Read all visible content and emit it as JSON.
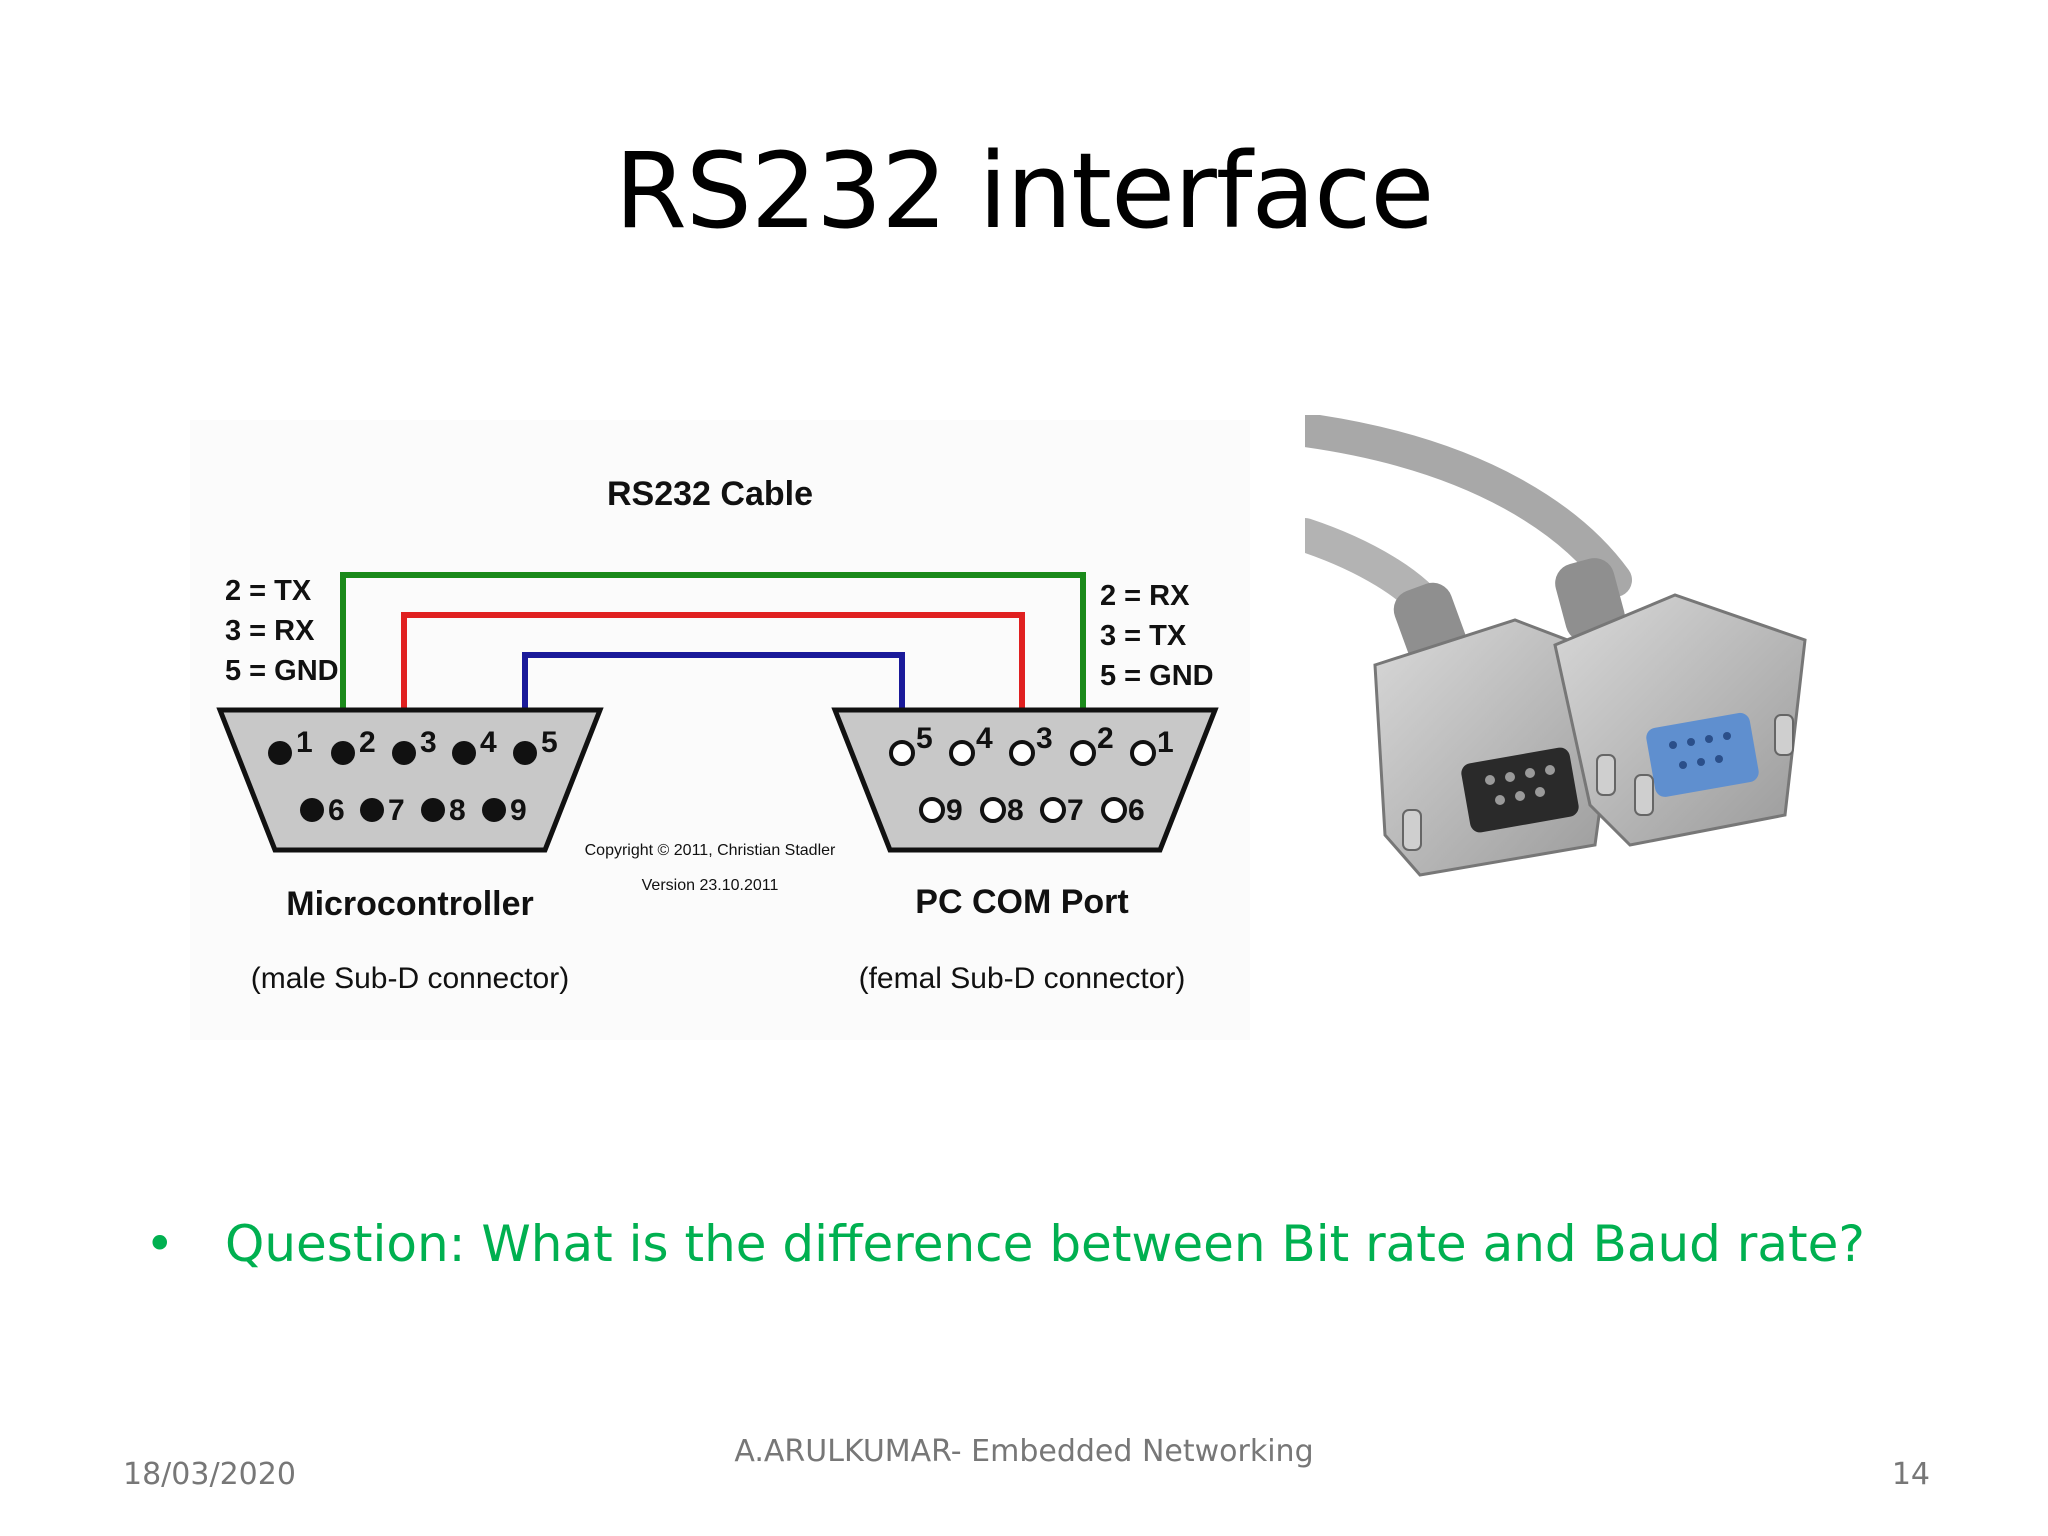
{
  "slide": {
    "title": "RS232 interface",
    "bullet": "Question:  What is the difference between Bit rate and Baud rate?",
    "footer_date": "18/03/2020",
    "footer_center": "A.ARULKUMAR- Embedded Networking",
    "page_number": "14"
  },
  "diagram": {
    "cable_label": "RS232 Cable",
    "left_legend": [
      "2 = TX",
      "3 = RX",
      "5 = GND"
    ],
    "right_legend": [
      "2 = RX",
      "3 = TX",
      "5 = GND"
    ],
    "left_pins_top": [
      "1",
      "2",
      "3",
      "4",
      "5"
    ],
    "left_pins_bottom": [
      "6",
      "7",
      "8",
      "9"
    ],
    "right_pins_top": [
      "5",
      "4",
      "3",
      "2",
      "1"
    ],
    "right_pins_bottom": [
      "9",
      "8",
      "7",
      "6"
    ],
    "copyright": "Copyright © 2011, Christian Stadler",
    "version": "Version 23.10.2011",
    "left_title": "Microcontroller",
    "left_sub": "(male Sub-D connector)",
    "right_title": "PC COM Port",
    "right_sub": "(femal Sub-D connector)",
    "colors": {
      "tx_wire": "#1a8a1a",
      "rx_wire": "#e02020",
      "gnd_wire": "#1a1a9a",
      "connector": "#c8c8c8"
    }
  },
  "colors": {
    "bullet_text": "#00b050",
    "footer_text": "#777777"
  }
}
